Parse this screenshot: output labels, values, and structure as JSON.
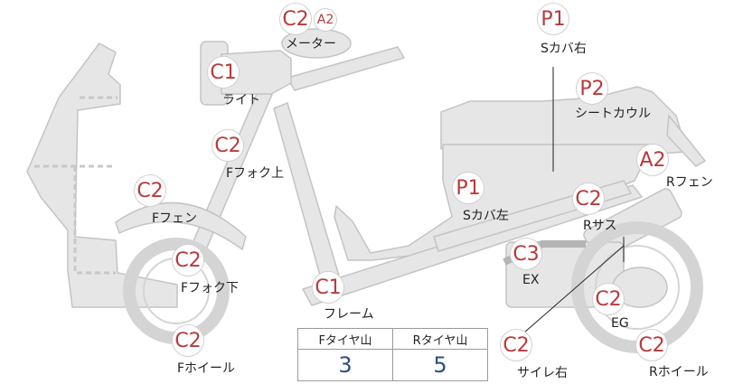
{
  "labels": {
    "s_cover_right": "Sカバ右",
    "seat_cowl": "シートカウル",
    "meter": "メーター",
    "light": "ライト",
    "f_fork_upper": "Fフォク上",
    "r_fender": "Rフェン",
    "f_fender": "Fフェン",
    "s_cover_left": "Sカバ左",
    "r_suspension": "Rサス",
    "ex": "EX",
    "f_fork_lower": "Fフォク下",
    "frame": "フレーム",
    "eg": "EG",
    "f_wheel": "Fホイール",
    "muffler_right": "サイレ右",
    "r_wheel": "Rホイール"
  },
  "grades": {
    "meter": "C2",
    "meter_alt": "A2",
    "s_cover_right": "P1",
    "seat_cowl": "P2",
    "light": "C1",
    "f_fork_upper": "C2",
    "r_fender": "A2",
    "f_fender": "C2",
    "s_cover_left": "P1",
    "r_suspension": "C2",
    "ex": "C3",
    "f_fork_lower": "C2",
    "frame": "C1",
    "eg": "C2",
    "f_wheel": "C2",
    "muffler_right": "C2",
    "r_wheel": "C2"
  },
  "tire_table": {
    "front_header": "Fタイヤ山",
    "rear_header": "Rタイヤ山",
    "front_value": "3",
    "rear_value": "5"
  },
  "colors": {
    "grade_text": "#b83a3a",
    "tread_value": "#2e4d87",
    "part_fill": "#e6e6e6",
    "part_stroke": "#c4c4c4"
  }
}
